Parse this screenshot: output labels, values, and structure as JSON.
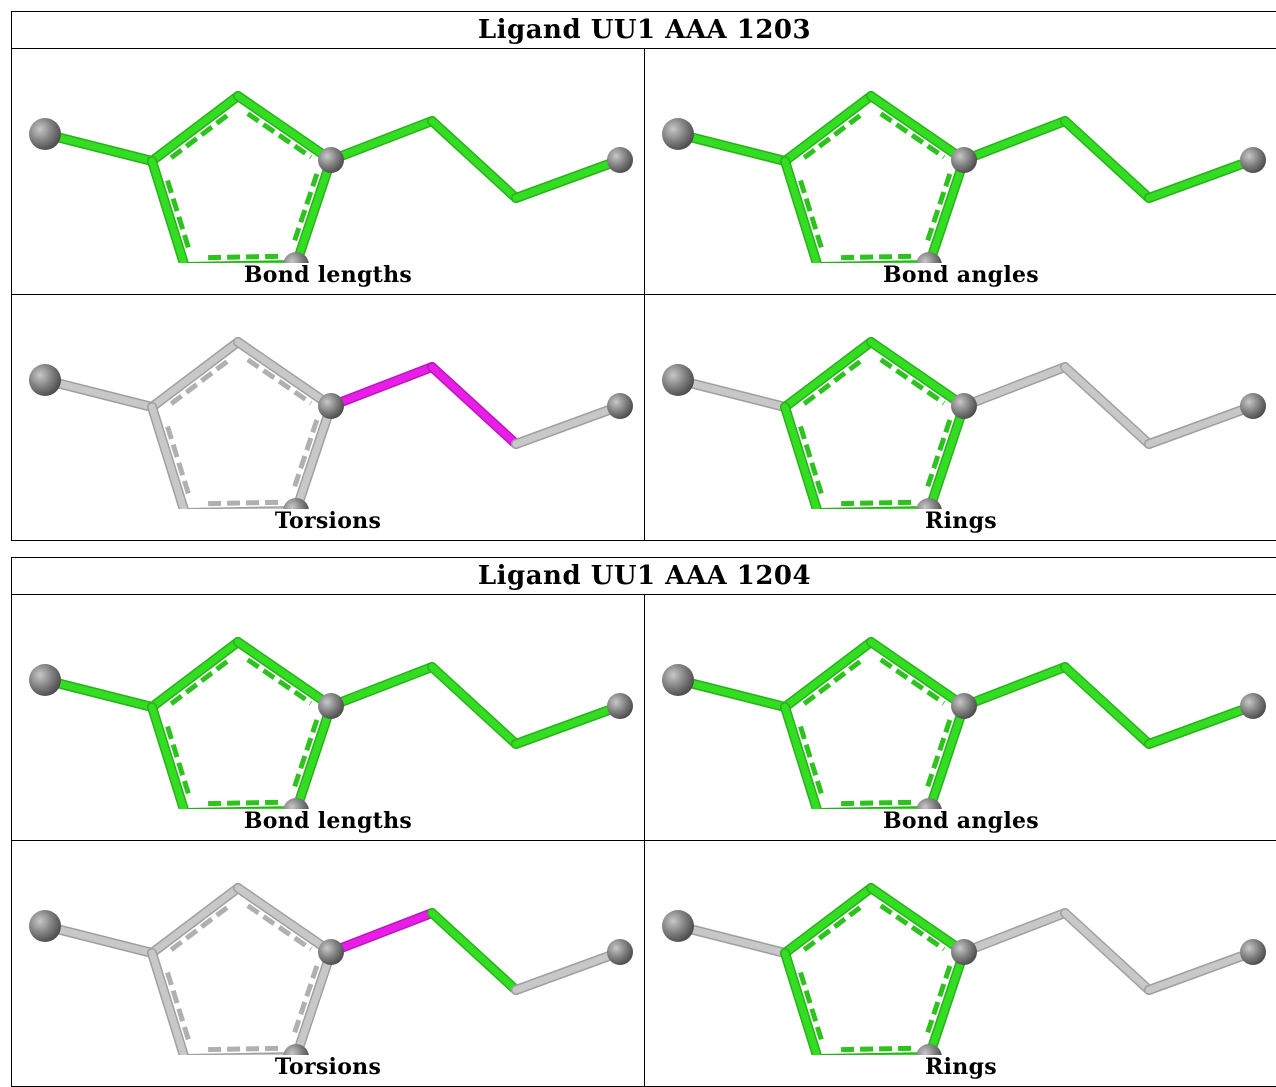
{
  "palette": {
    "ok": "#33dd22",
    "outlier": "#e81ee8",
    "neutral": "#c8c8c8",
    "atom": "#7f7f7f"
  },
  "ligands": [
    {
      "title": "Ligand UU1 AAA 1203",
      "panels": [
        {
          "caption": "Bond lengths",
          "color_mode": "all_green"
        },
        {
          "caption": "Bond angles",
          "color_mode": "all_green"
        },
        {
          "caption": "Torsions",
          "color_mode": "torsion_full"
        },
        {
          "caption": "Rings",
          "color_mode": "ring_only"
        }
      ]
    },
    {
      "title": "Ligand UU1 AAA 1204",
      "panels": [
        {
          "caption": "Bond lengths",
          "color_mode": "all_green"
        },
        {
          "caption": "Bond angles",
          "color_mode": "all_green"
        },
        {
          "caption": "Torsions",
          "color_mode": "torsion_partial"
        },
        {
          "caption": "Rings",
          "color_mode": "ring_only"
        }
      ]
    }
  ]
}
